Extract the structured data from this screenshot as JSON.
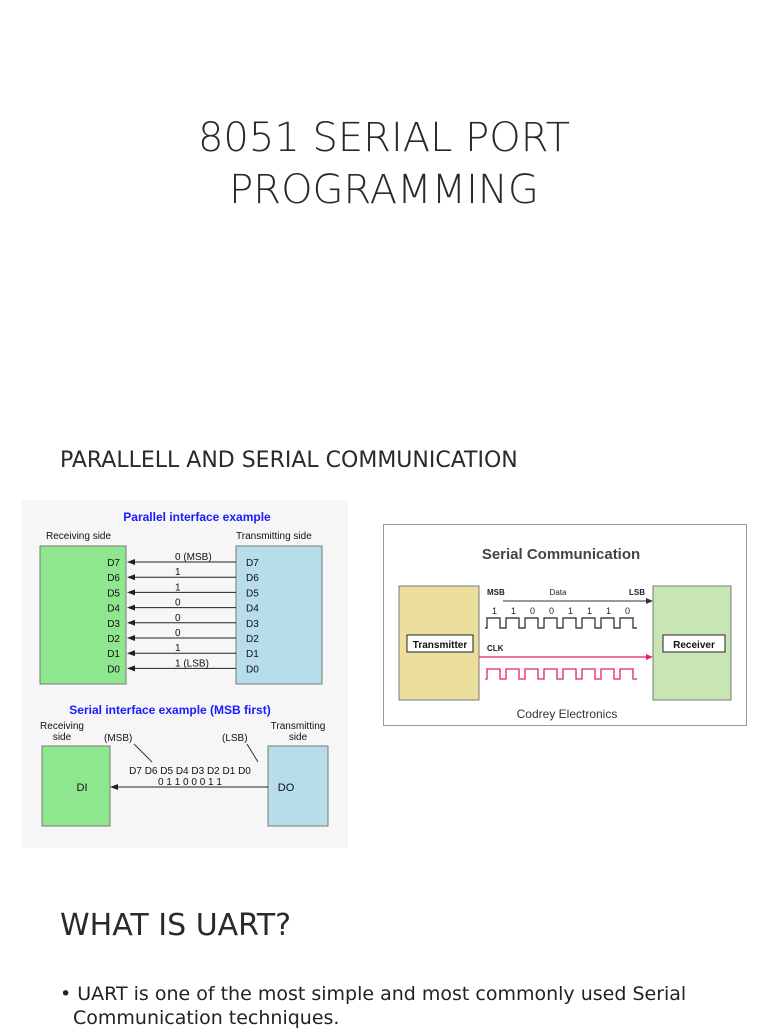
{
  "slide": {
    "title_line1": "8051 SERIAL PORT",
    "title_line2": "PROGRAMMING",
    "section_heading": "PARALLELL AND SERIAL COMMUNICATION",
    "uart_heading": "WHAT IS UART?",
    "bullet_mark": "•",
    "bullet_line1": "UART is one of the most simple and most commonly used Serial",
    "bullet_line2": "Communication techniques."
  },
  "parallel_figure": {
    "title": "Parallel interface example",
    "receiving_label": "Receiving side",
    "transmitting_label": "Transmitting side",
    "rows": [
      {
        "left": "D7",
        "value": "0 (MSB)",
        "right": "D7"
      },
      {
        "left": "D6",
        "value": "1",
        "right": "D6"
      },
      {
        "left": "D5",
        "value": "1",
        "right": "D5"
      },
      {
        "left": "D4",
        "value": "0",
        "right": "D4"
      },
      {
        "left": "D3",
        "value": "0",
        "right": "D3"
      },
      {
        "left": "D2",
        "value": "0",
        "right": "D2"
      },
      {
        "left": "D1",
        "value": "1",
        "right": "D1"
      },
      {
        "left": "D0",
        "value": "1 (LSB)",
        "right": "D0"
      }
    ],
    "serial_title": "Serial interface example (MSB first)",
    "serial_receiving_line1": "Receiving",
    "serial_receiving_line2": "side",
    "serial_transmitting_line1": "Transmitting",
    "serial_transmitting_line2": "side",
    "msb_label": "(MSB)",
    "lsb_label": "(LSB)",
    "bit_names": "D7 D6 D5 D4 D3 D2 D1 D0",
    "bit_values": "0  1  1  0  0  0  1  1",
    "di_label": "DI",
    "do_label": "DO",
    "colors": {
      "title": "#1a1aff",
      "receiving_box": "#8ee68e",
      "transmitting_box": "#b7dcea"
    }
  },
  "serial_figure": {
    "title": "Serial Communication",
    "msb": "MSB",
    "data": "Data",
    "lsb": "LSB",
    "bits": [
      "1",
      "1",
      "0",
      "0",
      "1",
      "1",
      "1",
      "0"
    ],
    "clk": "CLK",
    "transmitter": "Transmitter",
    "receiver": "Receiver",
    "credit": "Codrey Electronics",
    "colors": {
      "transmitter_box": "#ecdf9c",
      "receiver_box": "#c8e6b4",
      "clock": "#e0245e"
    }
  }
}
